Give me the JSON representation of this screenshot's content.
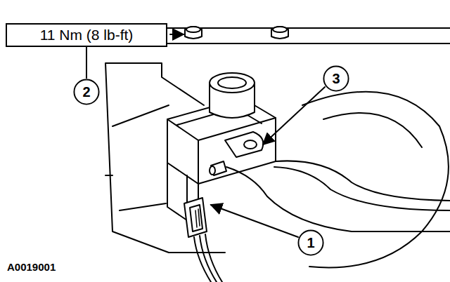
{
  "diagram": {
    "nodes": [
      {
        "text": [
          "11 Nm (8 lb-ft)"
        ]
      },
      {
        "text": [
          "2"
        ]
      },
      {
        "text": [
          "3"
        ]
      },
      {
        "text": [
          "1"
        ]
      }
    ],
    "edges": [
      {
        "from": 1,
        "to": 0,
        "arrow": "none"
      }
    ],
    "labels": [
      "A0019001"
    ]
  }
}
